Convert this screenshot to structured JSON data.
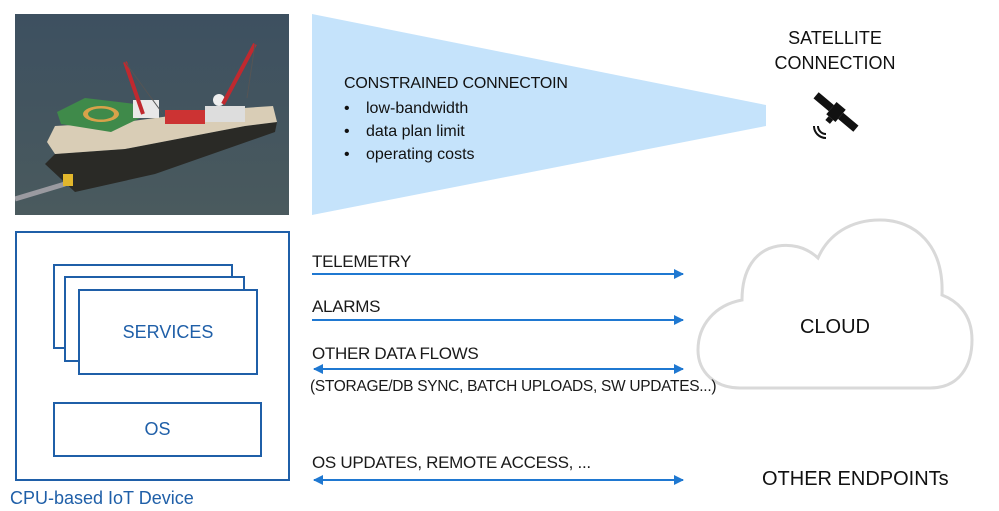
{
  "photo": {
    "subject": "pipelay vessel at sea",
    "icon": "ship-photo"
  },
  "constrained_connection": {
    "title": "CONSTRAINED CONNECTOIN",
    "bullets": [
      "low-bandwidth",
      "data plan limit",
      "operating costs"
    ],
    "fill_color": "#c5e3fb"
  },
  "satellite": {
    "label_line1": "SATELLITE",
    "label_line2": "CONNECTION",
    "icon": "satellite-icon"
  },
  "device": {
    "caption": "CPU-based IoT Device",
    "services_label": "SERVICES",
    "os_label": "OS",
    "accent_color": "#1f5fa8"
  },
  "flows": [
    {
      "label": "TELEMETRY",
      "direction": "one-way"
    },
    {
      "label": "ALARMS",
      "direction": "one-way"
    },
    {
      "label": "OTHER DATA FLOWS",
      "sublabel": "(STORAGE/DB SYNC, BATCH UPLOADS, SW UPDATES...)",
      "direction": "two-way"
    },
    {
      "label": "OS UPDATES, REMOTE ACCESS, ...",
      "direction": "two-way"
    }
  ],
  "arrow_color": "#1f78d1",
  "cloud": {
    "label": "CLOUD",
    "outline_color": "#d9d9d9"
  },
  "other_endpoints": {
    "label": "OTHER ENDPOINTs"
  }
}
